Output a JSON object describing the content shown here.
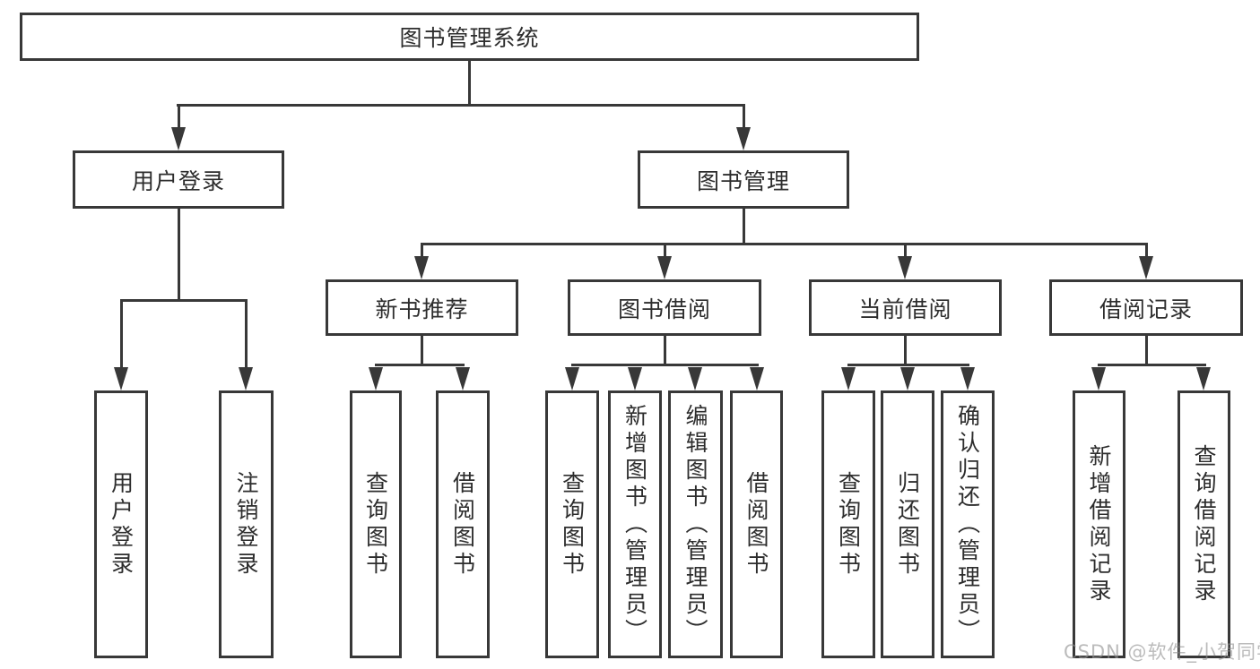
{
  "diagram": {
    "title": "图书管理系统",
    "root": "图书管理系统",
    "branches": [
      {
        "label": "用户登录",
        "children": [
          "用户登录",
          "注销登录"
        ]
      },
      {
        "label": "图书管理",
        "sections": [
          {
            "label": "新书推荐",
            "children": [
              "查询图书",
              "借阅图书"
            ]
          },
          {
            "label": "图书借阅",
            "children": [
              "查询图书",
              "新增图书（管理员）",
              "编辑图书（管理员）",
              "借阅图书"
            ]
          },
          {
            "label": "当前借阅",
            "children": [
              "查询图书",
              "归还图书",
              "确认归还（管理员）"
            ]
          },
          {
            "label": "借阅记录",
            "children": [
              "新增借阅记录",
              "查询借阅记录"
            ]
          }
        ]
      }
    ]
  },
  "colors": {
    "line": "#383838",
    "box_fill": "#ffffff",
    "text": "#2d2d2d",
    "watermark": "#b1b1b1"
  },
  "watermark": {
    "text": "CSDN @软件_小贺同学"
  }
}
